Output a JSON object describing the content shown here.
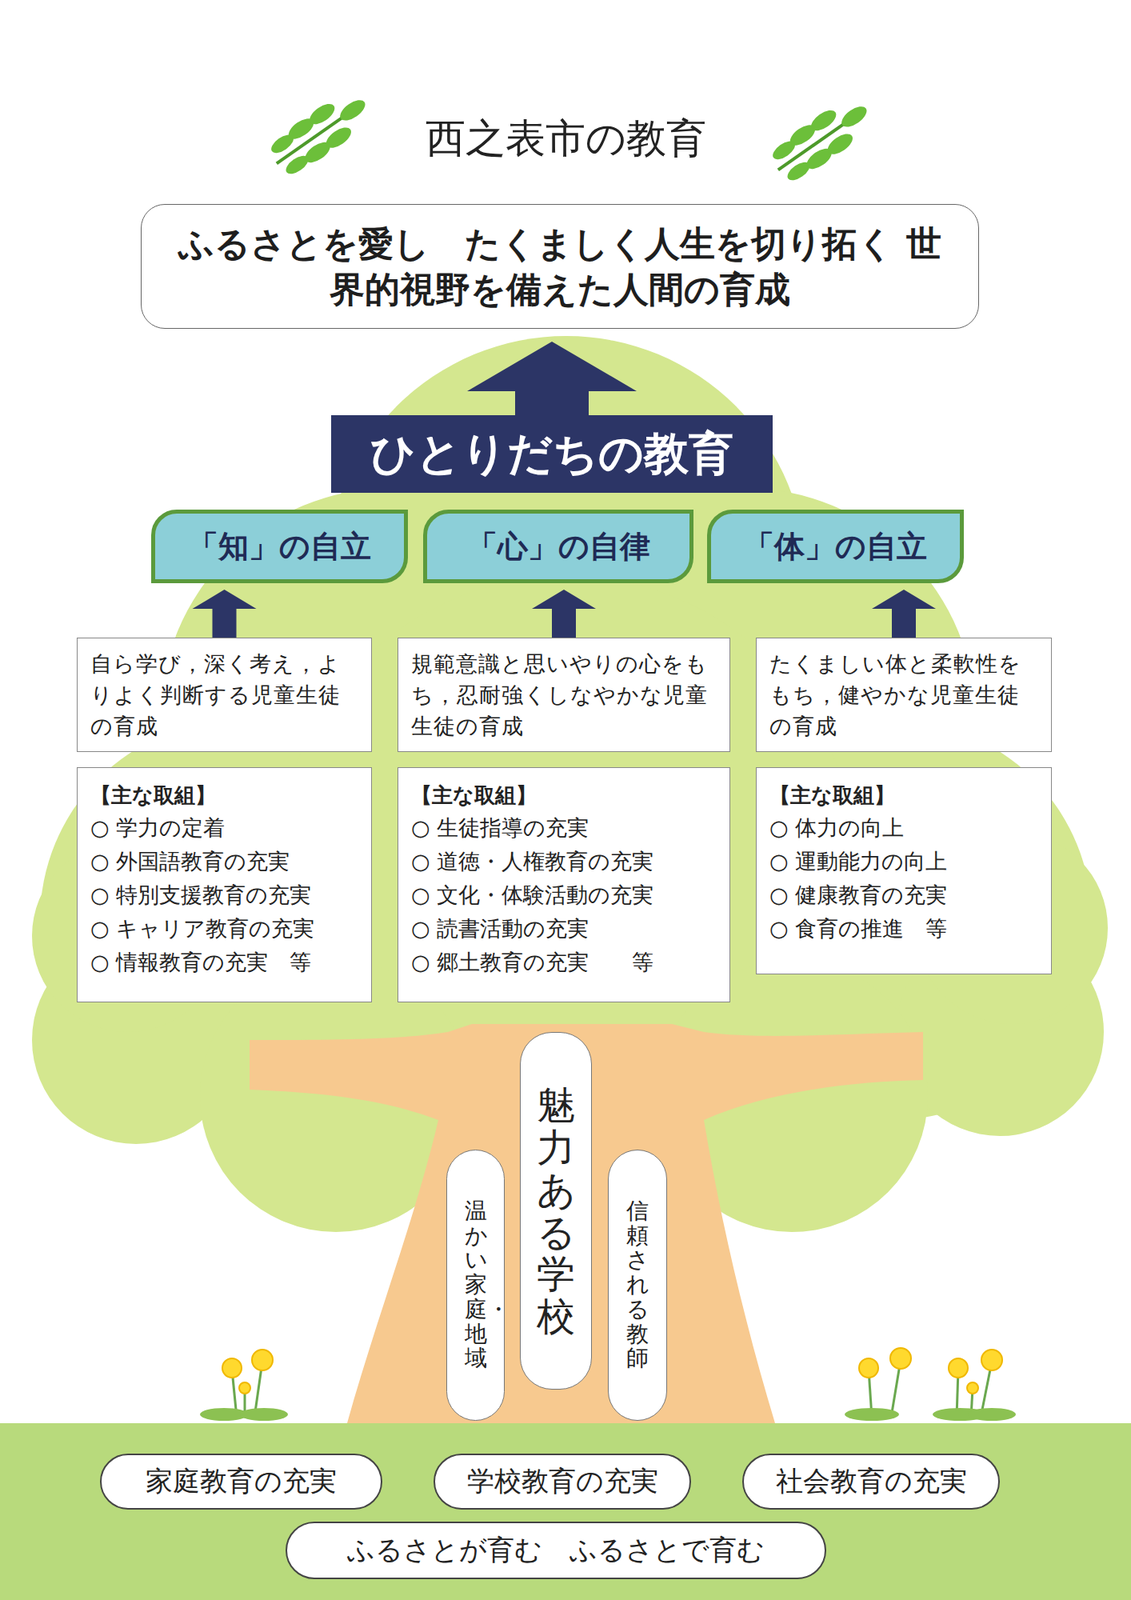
{
  "diagram": {
    "title": "西之表市の教育",
    "nodes": [
      {
        "text": [
          "ふるさとを愛し　たくましく人生を切り拓く 世界的視野を備えた人間の育成"
        ]
      },
      {
        "text": [
          "ひとりだちの教育"
        ]
      },
      {
        "text": [
          "「知」の自立"
        ]
      },
      {
        "text": [
          "「心」の自律"
        ]
      },
      {
        "text": [
          "「体」の自立"
        ]
      },
      {
        "text": [
          "自ら学び，深く考え，よ りよく判断する児童生徒 の育成"
        ]
      },
      {
        "text": [
          "規範意識と思いやりの心をも ち，忍耐強くしなやかな児童 生徒の育成"
        ]
      },
      {
        "text": [
          "たくましい体と柔軟性を もち，健やかな児童生徒 の育成"
        ]
      },
      {
        "text": [
          "【主な取組】",
          "○ 学力の定着",
          "○ 外国語教育の充実",
          "○ 特別支援教育の充実",
          "○ キャリア教育の充実",
          "○ 情報教育の充実　等"
        ]
      },
      {
        "text": [
          "【主な取組】",
          "○ 生徒指導の充実",
          "○ 道徳・人権教育の充実",
          "○ 文化・体験活動の充実",
          "○ 読書活動の充実",
          "○ 郷土教育の充実　　等"
        ]
      },
      {
        "text": [
          "【主な取組】",
          "○ 体力の向上",
          "○ 運動能力の向上",
          "○ 健康教育の充実",
          "○ 食育の推進　等"
        ]
      },
      {
        "text": [
          "温かい家庭・地域"
        ]
      },
      {
        "text": [
          "魅力ある学校"
        ]
      },
      {
        "text": [
          "信頼される教師"
        ]
      },
      {
        "text": [
          "家庭教育の充実"
        ]
      },
      {
        "text": [
          "学校教育の充実"
        ]
      },
      {
        "text": [
          "社会教育の充実"
        ]
      },
      {
        "text": [
          "ふるさとが育む　ふるさとで育む"
        ]
      }
    ],
    "edges": [
      {
        "from": 1,
        "to": 0,
        "arrow": "to"
      },
      {
        "from": 5,
        "to": 2,
        "arrow": "to"
      },
      {
        "from": 6,
        "to": 3,
        "arrow": "to"
      },
      {
        "from": 7,
        "to": 4,
        "arrow": "to"
      }
    ]
  }
}
